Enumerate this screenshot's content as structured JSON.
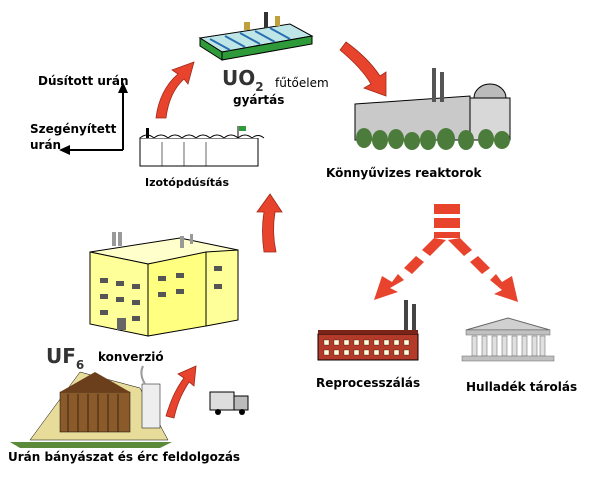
{
  "labels": {
    "enriched_uranium": "Dúsított urán",
    "depleted_uranium_line1": "Szegényített",
    "depleted_uranium_line2": "urán",
    "enrichment": "Izotópdúsítás",
    "uo2_formula": "UO",
    "uo2_subscript": "2",
    "uo2_fuel_line1": "fűtőelem",
    "uo2_fuel_line2": "gyártás",
    "lwr": "Könnyűvizes reaktorok",
    "uf6_formula": "UF",
    "uf6_subscript": "6",
    "uf6_conversion": "konverzió",
    "mining": "Urán bányászat és érc feldolgozás",
    "reprocessing": "Reprocesszálás",
    "waste_storage": "Hulladék tárolás"
  },
  "colors": {
    "arrow_red": "#e8432c",
    "building_yellow": "#ffff99",
    "brick_red": "#b43a2a",
    "roof_green": "#2e9a3a",
    "tree_green": "#4c7c3c"
  }
}
